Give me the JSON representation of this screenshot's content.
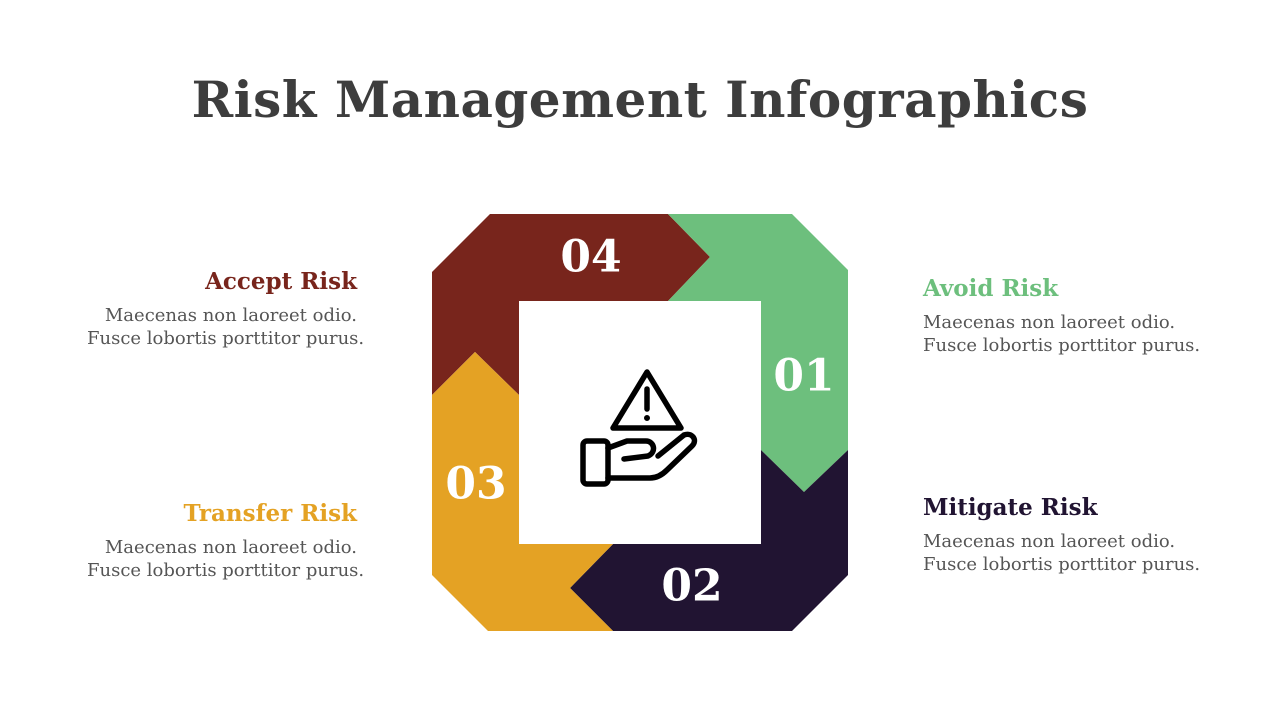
{
  "title": "Risk Management Infographics",
  "colors": {
    "avoid": "#6dbf7d",
    "mitigate": "#211432",
    "transfer": "#e4a224",
    "accept": "#78251c",
    "title": "#3d3d3d",
    "body": "#555555"
  },
  "center_icon": "hand-holding-warning-icon",
  "steps": [
    {
      "number": "01",
      "heading": "Avoid Risk",
      "body_line1": "Maecenas non laoreet odio.",
      "body_line2": "Fusce lobortis porttitor purus."
    },
    {
      "number": "02",
      "heading": "Mitigate Risk",
      "body_line1": "Maecenas non laoreet odio.",
      "body_line2": "Fusce lobortis porttitor purus."
    },
    {
      "number": "03",
      "heading": "Transfer Risk",
      "body_line1": "Maecenas non laoreet odio.",
      "body_line2": "Fusce lobortis porttitor purus."
    },
    {
      "number": "04",
      "heading": "Accept Risk",
      "body_line1": "Maecenas non laoreet odio.",
      "body_line2": "Fusce lobortis porttitor purus."
    }
  ]
}
